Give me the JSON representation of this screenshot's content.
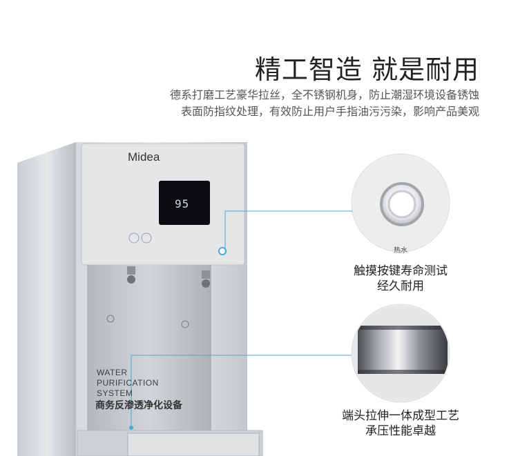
{
  "headline": {
    "title": "精工智造 就是耐用",
    "description_line1": "德系打磨工艺豪华拉丝，全不锈钢机身，防止潮湿环境设备锈蚀",
    "description_line2": "表面防指纹处理，有效防止用户手指油污污染，影响产品美观"
  },
  "product": {
    "brand": "Midea",
    "display_temp": "95",
    "panel_text": [
      "WATER",
      "PURIFICATION",
      "SYSTEM"
    ],
    "panel_text_cn": "商务反渗透净化设备"
  },
  "features": {
    "knob_label": "热水",
    "feature1_line1": "触摸按键寿命测试",
    "feature1_line2": "经久耐用",
    "feature2_line1": "端头拉伸一体成型工艺",
    "feature2_line2": "承压性能卓越"
  },
  "colors": {
    "accent_line": "#4aa7d8",
    "steel_light": "#e3e5e8",
    "steel_dark": "#a7abb0"
  }
}
